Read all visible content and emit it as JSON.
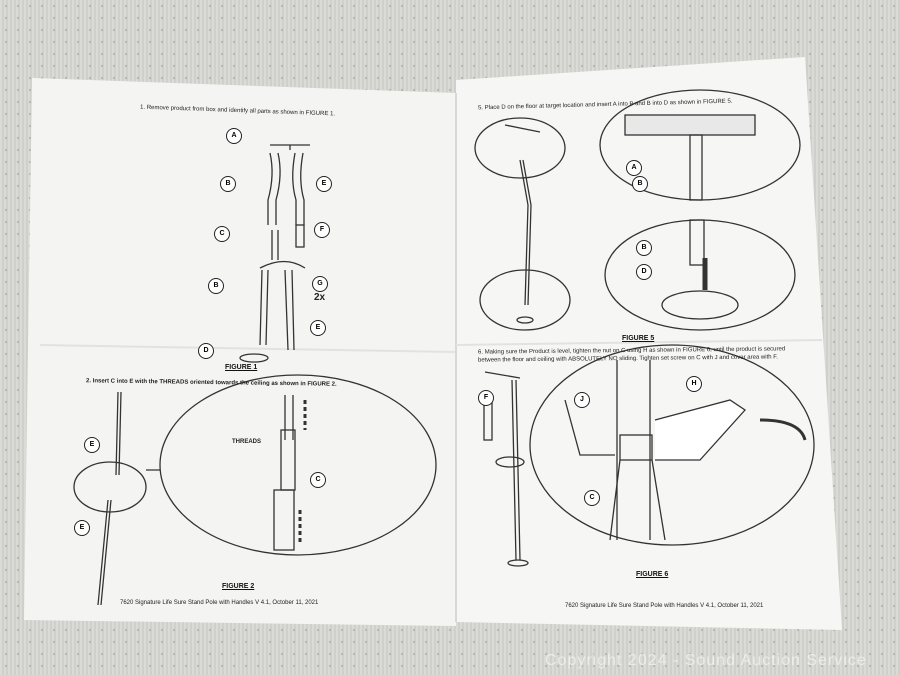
{
  "left_sheet": {
    "step1": "1. Remove product from box and identify all parts as shown in FIGURE 1.",
    "figure1_caption": "FIGURE 1",
    "step2": "2. Insert C into E with the THREADS oriented towards the ceiling as shown in FIGURE 2.",
    "threads_label": "THREADS",
    "figure2_caption": "FIGURE 2",
    "footer": "7620 Signature Life Sure Stand Pole with Handles V 4.1, October 11, 2021",
    "part_labels": [
      "A",
      "B",
      "E",
      "C",
      "F",
      "B",
      "G",
      "2x",
      "E",
      "D",
      "E",
      "E",
      "C"
    ]
  },
  "right_sheet": {
    "step5": "5. Place D on the floor at target location and insert A into B and B into D as shown in FIGURE 5.",
    "figure5_caption": "FIGURE 5",
    "step6_line1": "6. Making sure the Product is level, tighten the nut on C using H as shown in FIGURE 6, until the product is secured",
    "step6_line2": "between the floor and ceiling with ABSOLUTELY NO sliding. Tighten set screw on C with J and cover area with F.",
    "figure6_caption": "FIGURE 6",
    "footer": "7620 Signature Life Sure Stand Pole with Handles V 4.1, October 11, 2021",
    "part_labels": [
      "A",
      "B",
      "B",
      "D",
      "F",
      "J",
      "H",
      "C"
    ]
  },
  "watermark": "Copyright 2024 - Sound Auction Service"
}
